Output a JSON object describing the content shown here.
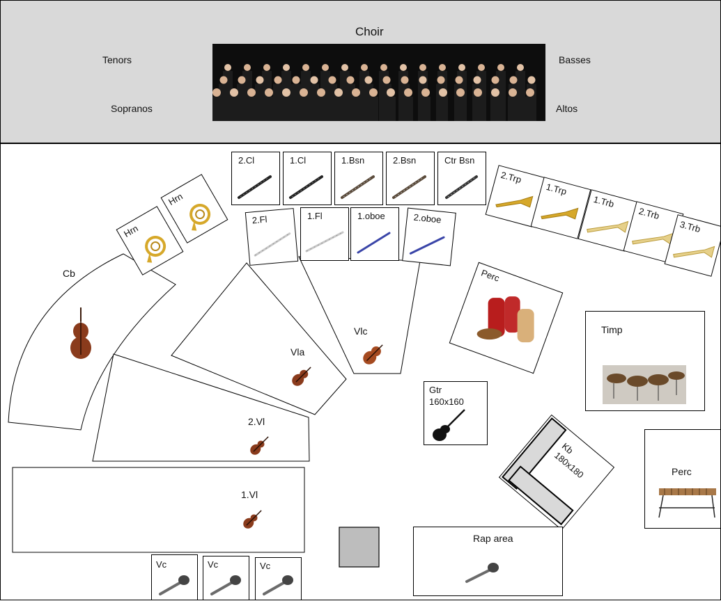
{
  "choir": {
    "title": "Choir",
    "tenors": "Tenors",
    "basses": "Basses",
    "sopranos": "Sopranos",
    "altos": "Altos",
    "bg_color": "#d9d9d9"
  },
  "winds": {
    "clarinet_2": "2.Cl",
    "clarinet_1": "1.Cl",
    "bassoon_1": "1.Bsn",
    "bassoon_2": "2.Bsn",
    "contrabassoon": "Ctr Bsn",
    "flute_2": "2.Fl",
    "flute_1": "1.Fl",
    "oboe_1": "1.oboe",
    "oboe_2": "2.oboe",
    "horn_a": "Hrn",
    "horn_b": "Hrn"
  },
  "brass": {
    "trumpet_2": "2.Trp",
    "trumpet_1": "1.Trp",
    "trombone_1": "1.Trb",
    "trombone_2": "2.Trb",
    "trombone_3": "3.Trb"
  },
  "strings": {
    "contrabass": "Cb",
    "viola": "Vla",
    "cello_section": "Vlc",
    "violin_2": "2.Vl",
    "violin_1": "1.Vl"
  },
  "rhythm": {
    "percussion_1": "Perc",
    "timpani": "Timp",
    "guitar": "Gtr",
    "guitar_size": "160x160",
    "keyboard": "Kb",
    "keyboard_size": "180x180",
    "percussion_2": "Perc"
  },
  "vocals": {
    "vc_1": "Vc",
    "vc_2": "Vc",
    "vc_3": "Vc",
    "rap_area": "Rap area"
  },
  "colors": {
    "wood": "#8a3b1c",
    "brass": "#d6a82a",
    "drum_red": "#b81d1d",
    "podium": "#bdbdbd",
    "mic": "#6b6b6b"
  }
}
